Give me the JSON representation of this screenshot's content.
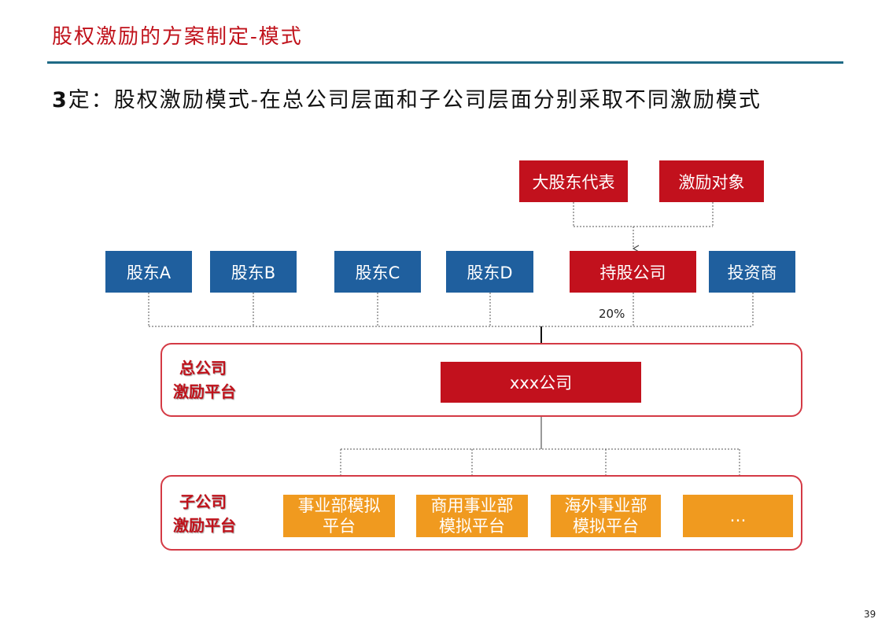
{
  "header": {
    "title": "股权激励的方案制定-模式",
    "subtitle_num": "3",
    "subtitle_text": "定：股权激励模式-在总公司层面和子公司层面分别采取不同激励模式"
  },
  "top_nodes": {
    "major_shareholder_rep": "大股东代表",
    "incentive_target": "激励对象"
  },
  "shareholders": [
    {
      "label": "股东A"
    },
    {
      "label": "股东B"
    },
    {
      "label": "股东C"
    },
    {
      "label": "股东D"
    }
  ],
  "holding_company": "持股公司",
  "investor": "投资商",
  "holding_pct": "20%",
  "hq_platform": {
    "label_line1": "总公司",
    "label_line2": "激励平台",
    "company": "xxx公司"
  },
  "sub_platform": {
    "label_line1": "子公司",
    "label_line2": "激励平台",
    "units": [
      {
        "line1": "事业部模拟",
        "line2": "平台"
      },
      {
        "line1": "商用事业部",
        "line2": "模拟平台"
      },
      {
        "line1": "海外事业部",
        "line2": "模拟平台"
      },
      {
        "line1": "…",
        "line2": ""
      }
    ]
  },
  "colors": {
    "accent_red": "#c2111d",
    "blue": "#1f5f9e",
    "orange": "#f09a1f",
    "rule": "#1f6a86"
  },
  "page_number": "39"
}
